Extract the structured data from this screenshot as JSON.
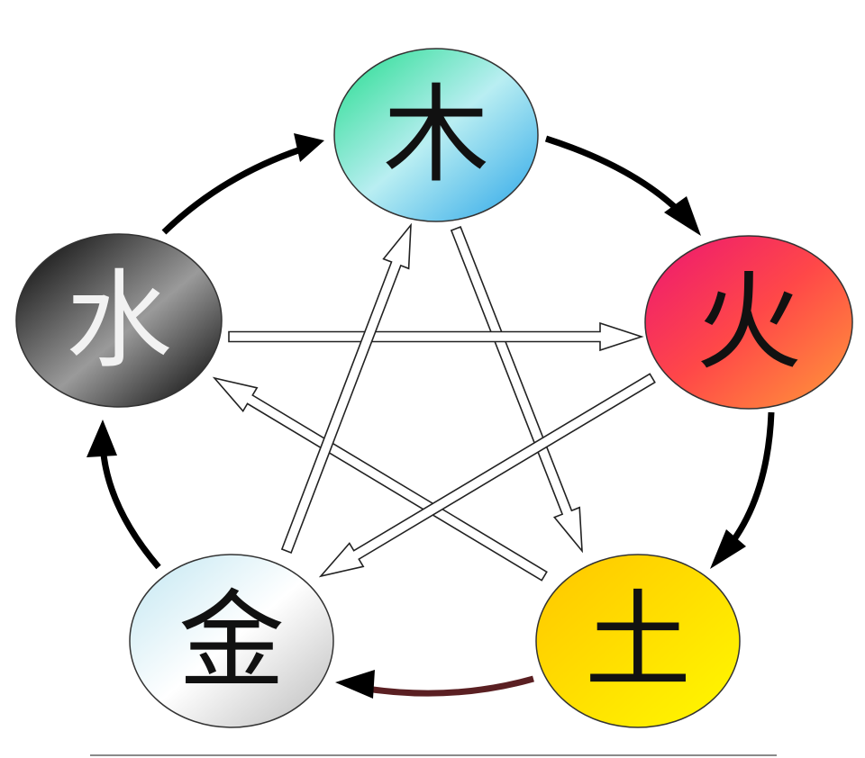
{
  "elements": [
    {
      "id": "wood",
      "label": "木",
      "colors": [
        "#3fe0a0",
        "#b9eef2",
        "#45b3ea"
      ],
      "text_color": "#111111"
    },
    {
      "id": "fire",
      "label": "火",
      "colors": [
        "#f0206a",
        "#ff4848",
        "#ff8a3c"
      ],
      "text_color": "#111111"
    },
    {
      "id": "earth",
      "label": "土",
      "colors": [
        "#ffcb00",
        "#ffdf00",
        "#fff400"
      ],
      "text_color": "#111111"
    },
    {
      "id": "metal",
      "label": "金",
      "colors": [
        "#cdebf4",
        "#ffffff",
        "#c8c8c8"
      ],
      "text_color": "#111111"
    },
    {
      "id": "water",
      "label": "水",
      "colors": [
        "#000000",
        "#9a9a9a",
        "#000000"
      ],
      "text_color": "#f2f2f2"
    }
  ],
  "generating_cycle": [
    [
      "wood",
      "fire"
    ],
    [
      "fire",
      "earth"
    ],
    [
      "earth",
      "metal"
    ],
    [
      "metal",
      "water"
    ],
    [
      "water",
      "wood"
    ]
  ],
  "overcoming_cycle": [
    [
      "wood",
      "earth"
    ],
    [
      "earth",
      "water"
    ],
    [
      "water",
      "fire"
    ],
    [
      "fire",
      "metal"
    ],
    [
      "metal",
      "wood"
    ]
  ],
  "colors": {
    "generating_arrow": "#000000",
    "earth_metal_arrow": "#5a1f22",
    "overcoming_arrow_fill": "#ffffff",
    "overcoming_arrow_stroke": "#222222"
  }
}
